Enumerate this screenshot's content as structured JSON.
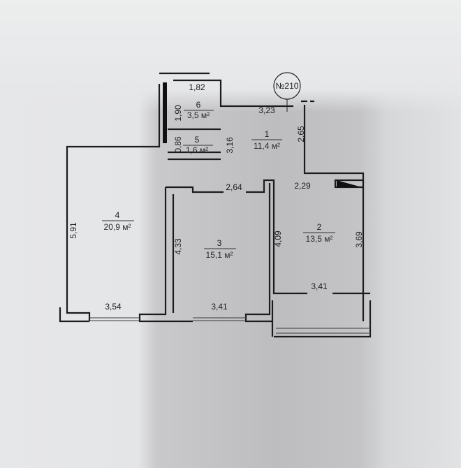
{
  "apartment_number": "№210",
  "rooms": [
    {
      "number": "1",
      "area": "11,4 м²"
    },
    {
      "number": "2",
      "area": "13,5 м²"
    },
    {
      "number": "3",
      "area": "15,1 м²"
    },
    {
      "number": "4",
      "area": "20,9 м²"
    },
    {
      "number": "5",
      "area": "1,6 м²"
    },
    {
      "number": "6",
      "area": "3,5 м²"
    }
  ],
  "dimensions": {
    "d182": "1,82",
    "d190": "1,90",
    "d323": "3,23",
    "d086": "0,86",
    "d316": "3,16",
    "d265": "2,65",
    "d229": "2,29",
    "d264": "2,64",
    "d591": "5,91",
    "d433": "4,33",
    "d409": "4,09",
    "d369": "3,69",
    "d354": "3,54",
    "d341a": "3,41",
    "d341b": "3,41"
  }
}
